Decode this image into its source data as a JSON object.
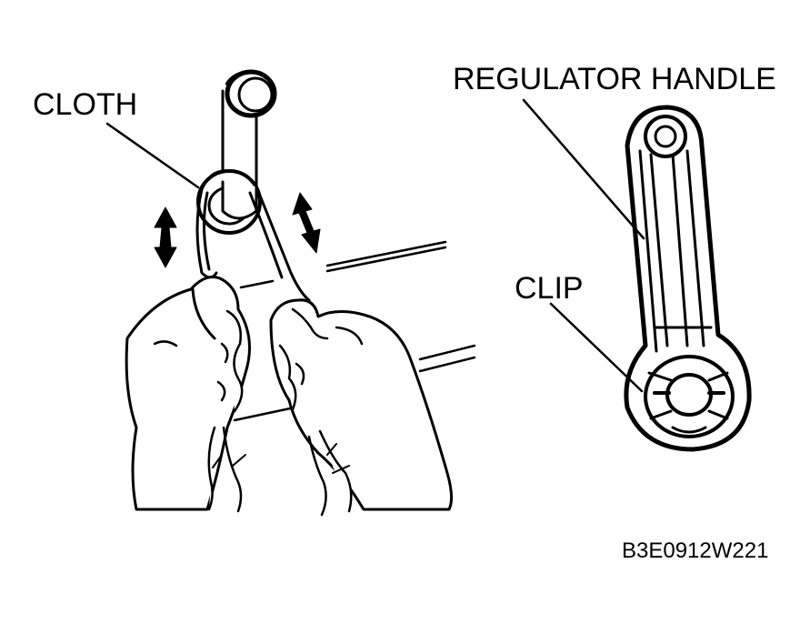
{
  "labels": {
    "cloth": "CLOTH",
    "regulator_handle": "REGULATOR HANDLE",
    "clip": "CLIP",
    "figure_code": "B3E0912W221"
  },
  "colors": {
    "ink": "#000000",
    "paper": "#ffffff"
  }
}
